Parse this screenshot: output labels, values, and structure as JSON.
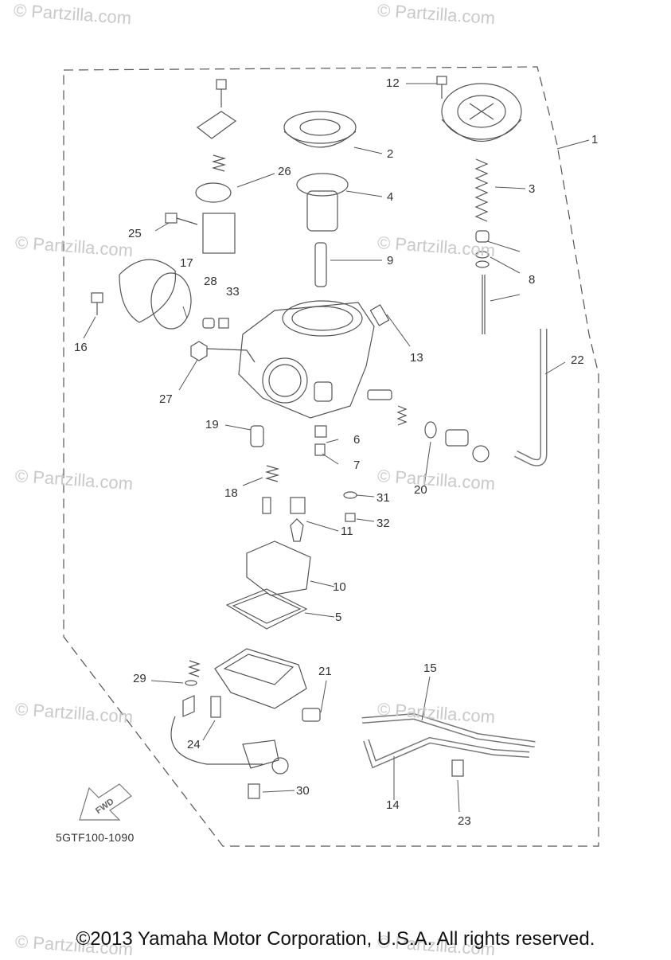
{
  "watermark": {
    "text": "© Partzilla.com"
  },
  "callouts": [
    {
      "id": "1",
      "text": "1"
    },
    {
      "id": "2",
      "text": "2"
    },
    {
      "id": "3",
      "text": "3"
    },
    {
      "id": "4",
      "text": "4"
    },
    {
      "id": "5",
      "text": "5"
    },
    {
      "id": "6",
      "text": "6"
    },
    {
      "id": "7",
      "text": "7"
    },
    {
      "id": "8",
      "text": "8"
    },
    {
      "id": "9",
      "text": "9"
    },
    {
      "id": "10",
      "text": "10"
    },
    {
      "id": "11",
      "text": "11"
    },
    {
      "id": "12",
      "text": "12"
    },
    {
      "id": "13",
      "text": "13"
    },
    {
      "id": "14",
      "text": "14"
    },
    {
      "id": "15",
      "text": "15"
    },
    {
      "id": "16",
      "text": "16"
    },
    {
      "id": "17",
      "text": "17"
    },
    {
      "id": "18",
      "text": "18"
    },
    {
      "id": "19",
      "text": "19"
    },
    {
      "id": "20",
      "text": "20"
    },
    {
      "id": "21",
      "text": "21"
    },
    {
      "id": "22",
      "text": "22"
    },
    {
      "id": "23",
      "text": "23"
    },
    {
      "id": "24",
      "text": "24"
    },
    {
      "id": "25",
      "text": "25"
    },
    {
      "id": "26",
      "text": "26"
    },
    {
      "id": "27",
      "text": "27"
    },
    {
      "id": "28",
      "text": "28"
    },
    {
      "id": "29",
      "text": "29"
    },
    {
      "id": "30",
      "text": "30"
    },
    {
      "id": "31",
      "text": "31"
    },
    {
      "id": "32",
      "text": "32"
    },
    {
      "id": "33",
      "text": "33"
    }
  ],
  "fwd_label": "FWD",
  "diagram_code": "5GTF100-1090",
  "copyright": "©2013 Yamaha Motor Corporation, U.S.A. All rights reserved.",
  "colors": {
    "line": "#555555",
    "watermark": "#c9c9c9",
    "background": "#ffffff"
  }
}
